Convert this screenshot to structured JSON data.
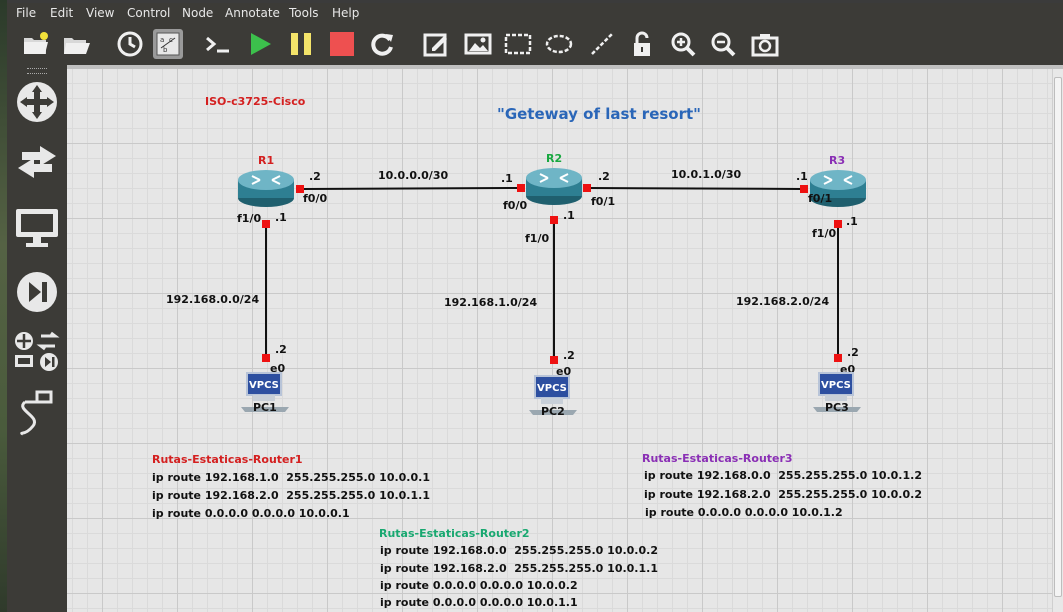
{
  "menu": [
    "File",
    "Edit",
    "View",
    "Control",
    "Node",
    "Annotate",
    "Tools",
    "Help"
  ],
  "icons": {
    "toolbar": [
      "new-project-icon",
      "open-project-icon",
      "snapshot-icon",
      "show-interface-labels-icon",
      "console-all-icon",
      "start-all-icon",
      "suspend-all-icon",
      "stop-all-icon",
      "reload-all-icon",
      "add-note-icon",
      "insert-picture-icon",
      "draw-rectangle-icon",
      "draw-ellipse-icon",
      "draw-line-icon",
      "lock-unlock-icon",
      "zoom-in-icon",
      "zoom-out-icon",
      "screenshot-icon"
    ],
    "sidebar": [
      "browse-routers-icon",
      "browse-switches-icon",
      "browse-end-devices-icon",
      "browse-security-devices-icon",
      "browse-all-devices-icon",
      "add-link-icon"
    ]
  },
  "topology": {
    "title_note": "\"Geteway of last resort\"",
    "ios_note": "ISO-c3725-Cisco",
    "routers": [
      {
        "name": "R1",
        "color": "#d42020"
      },
      {
        "name": "R2",
        "color": "#18a840"
      },
      {
        "name": "R3",
        "color": "#8a2fb5"
      }
    ],
    "pcs": [
      {
        "name": "PC1",
        "badge": "VPCS"
      },
      {
        "name": "PC2",
        "badge": "VPCS"
      },
      {
        "name": "PC3",
        "badge": "VPCS"
      }
    ],
    "networks": [
      "10.0.0.0/30",
      "10.0.1.0/30",
      "192.168.0.0/24",
      "192.168.1.0/24",
      "192.168.2.0/24"
    ],
    "interface_labels": {
      "r1_f00_ip": ".2",
      "r1_f00": "f0/0",
      "r1_f10": "f1/0",
      "r1_f10_ip": ".1",
      "r2_f00_ip": ".1",
      "r2_f00": "f0/0",
      "r2_f01_ip": ".2",
      "r2_f01": "f0/1",
      "r2_f10": "f1/0",
      "r2_f10_ip": ".1",
      "r3_f01_ip": ".1",
      "r3_f01": "f0/1",
      "r3_f10": "f1/0",
      "r3_f10_ip": ".1",
      "pc1_ip": ".2",
      "pc1_e0": "e0",
      "pc2_ip": ".2",
      "pc2_e0": "e0",
      "pc3_ip": ".2",
      "pc3_e0": "e0"
    }
  },
  "routes": {
    "router1": {
      "title": "Rutas-Estaticas-Router1",
      "color": "#d42020",
      "lines": [
        "ip route 192.168.1.0  255.255.255.0 10.0.0.1",
        "ip route 192.168.2.0  255.255.255.0 10.0.1.1",
        "ip route 0.0.0.0 0.0.0.0 10.0.0.1"
      ]
    },
    "router2": {
      "title": "Rutas-Estaticas-Router2",
      "color": "#18a870",
      "lines": [
        "ip route 192.168.0.0  255.255.255.0 10.0.0.2",
        "ip route 192.168.2.0  255.255.255.0 10.0.1.1",
        "ip route 0.0.0.0 0.0.0.0 10.0.0.2",
        "ip route 0.0.0.0 0.0.0.0 10.0.1.1"
      ]
    },
    "router3": {
      "title": "Rutas-Estaticas-Router3",
      "color": "#8a2fb5",
      "lines": [
        "ip route 192.168.0.0  255.255.255.0 10.0.1.2",
        "ip route 192.168.2.0  255.255.255.0 10.0.0.2",
        "ip route 0.0.0.0 0.0.0.0 10.0.1.2"
      ]
    }
  }
}
